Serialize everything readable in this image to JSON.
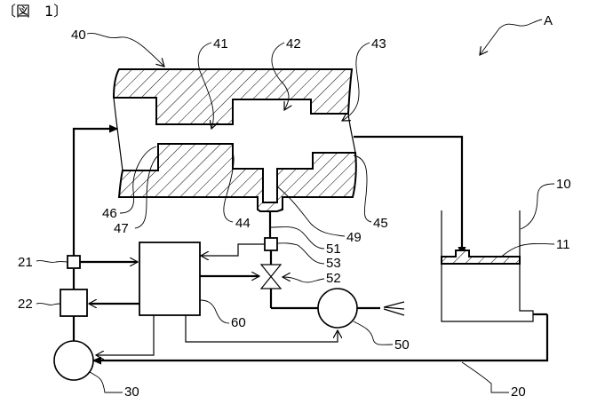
{
  "figure": {
    "title": "〔図　1〕",
    "system_label": "A"
  },
  "labels": {
    "mold": "40",
    "cavity1": "41",
    "cavity2": "42",
    "cavity3": "43",
    "part44": "44",
    "part45": "45",
    "part46": "46",
    "part47": "47",
    "port49": "49",
    "line51": "51",
    "valve52": "52",
    "sensor53": "53",
    "pump50": "50",
    "controller60": "60",
    "sensor21": "21",
    "unit22": "22",
    "pump30": "30",
    "line20": "20",
    "tank10": "10",
    "liquid11": "11"
  }
}
